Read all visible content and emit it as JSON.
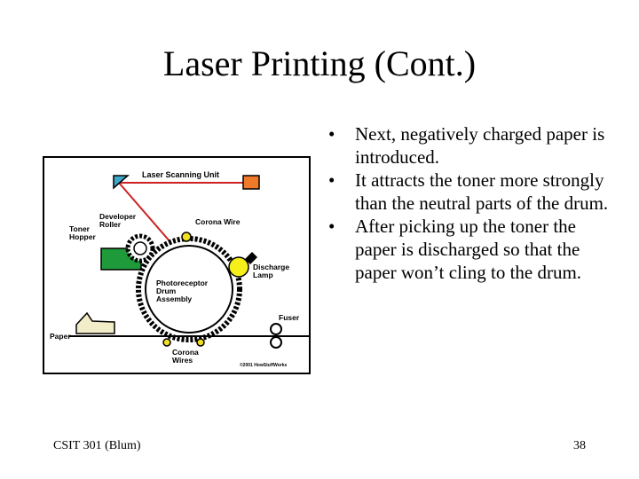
{
  "slide": {
    "title": "Laser Printing (Cont.)",
    "bullets": [
      {
        "marker": "•",
        "text": "Next, negatively charged paper is introduced."
      },
      {
        "marker": "•",
        "text": "It attracts the toner more strongly than the neutral parts of the drum."
      },
      {
        "marker": "•",
        "text": "After picking up the toner the paper is discharged so that the paper won’t cling to the drum."
      }
    ],
    "footer": {
      "course": "CSIT 301 (Blum)",
      "page": "38"
    }
  },
  "diagram": {
    "labels": {
      "laser_scanning_unit": "Laser Scanning Unit",
      "developer_roller_1": "Developer",
      "developer_roller_2": "Roller",
      "toner_hopper_1": "Toner",
      "toner_hopper_2": "Hopper",
      "corona_wire": "Corona Wire",
      "discharge_lamp_1": "Discharge",
      "discharge_lamp_2": "Lamp",
      "drum_1": "Photoreceptor",
      "drum_2": "Drum",
      "drum_3": "Assembly",
      "fuser": "Fuser",
      "paper": "Paper",
      "corona_wires_1": "Corona",
      "corona_wires_2": "Wires",
      "copyright": "©2001 HowStuffWorks"
    },
    "colors": {
      "laser": "#cc2222",
      "scanner_box": "#f07a2a",
      "mirror": "#3fa7c8",
      "toner": "#1f9a3a",
      "lamp": "#f7ef1a",
      "corona": "#f0e020",
      "paper": "#f3ecc8"
    }
  }
}
